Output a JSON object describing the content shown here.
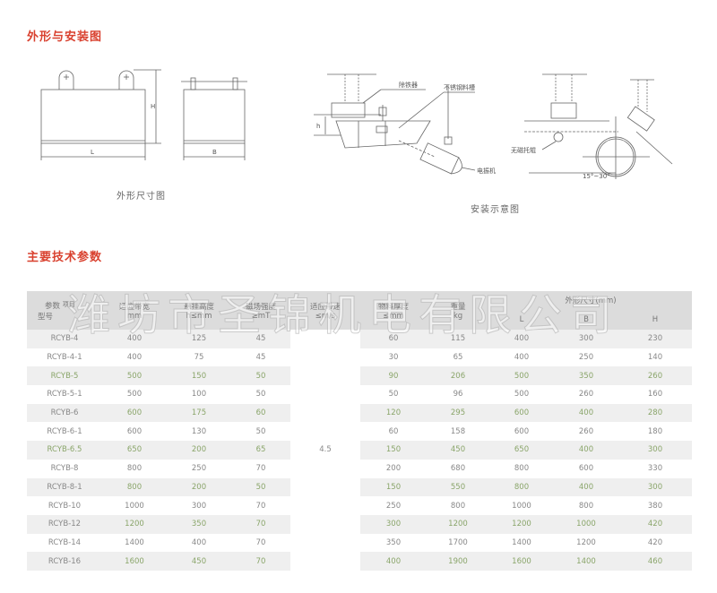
{
  "section_titles": {
    "drawings": "外形与安装图",
    "specs": "主要技术参数"
  },
  "drawings": {
    "outline_caption": "外形尺寸图",
    "install_caption": "安装示意图",
    "outline_labels": {
      "length": "L",
      "height": "H",
      "depth": "B"
    },
    "install_labels": {
      "separator": "除铁器",
      "trough": "不锈钢料槽",
      "vibrator": "电振机",
      "height": "h",
      "roller": "无磁托辊",
      "angle": "15°~30°"
    }
  },
  "watermark": "潍坊市圣锦机电有限公司",
  "table": {
    "headers": {
      "param": "参数",
      "item": "项目",
      "model": "型号",
      "belt_width": "适应带宽",
      "belt_width_unit": "mm",
      "hang_height": "悬挂高度",
      "hang_height_unit": "h≤mm",
      "field": "磁场强度",
      "field_unit": "≥mT",
      "speed": "适应带速",
      "speed_unit": "≤m/s",
      "thickness": "物料厚度",
      "thickness_unit": "≤mm",
      "weight": "重量",
      "weight_unit": "kg",
      "dims": "外形尺寸(mm)",
      "L": "L",
      "B": "B",
      "H": "H"
    },
    "belt_speed": "4.5",
    "rows": [
      [
        "RCYB-4",
        "400",
        "125",
        "45",
        "60",
        "115",
        "400",
        "300",
        "230"
      ],
      [
        "RCYB-4-1",
        "400",
        "75",
        "45",
        "30",
        "65",
        "400",
        "250",
        "140"
      ],
      [
        "RCYB-5",
        "500",
        "150",
        "50",
        "90",
        "206",
        "500",
        "350",
        "260"
      ],
      [
        "RCYB-5-1",
        "500",
        "100",
        "50",
        "50",
        "96",
        "500",
        "260",
        "160"
      ],
      [
        "RCYB-6",
        "600",
        "175",
        "60",
        "120",
        "295",
        "600",
        "400",
        "280"
      ],
      [
        "RCYB-6-1",
        "600",
        "130",
        "50",
        "60",
        "158",
        "600",
        "260",
        "180"
      ],
      [
        "RCYB-6.5",
        "650",
        "200",
        "65",
        "150",
        "450",
        "650",
        "400",
        "300"
      ],
      [
        "RCYB-8",
        "800",
        "250",
        "70",
        "200",
        "680",
        "800",
        "600",
        "330"
      ],
      [
        "RCYB-8-1",
        "800",
        "200",
        "50",
        "150",
        "550",
        "800",
        "400",
        "300"
      ],
      [
        "RCYB-10",
        "1000",
        "300",
        "70",
        "250",
        "800",
        "1000",
        "800",
        "380"
      ],
      [
        "RCYB-12",
        "1200",
        "350",
        "70",
        "300",
        "1200",
        "1200",
        "1000",
        "420"
      ],
      [
        "RCYB-14",
        "1400",
        "400",
        "70",
        "350",
        "1700",
        "1400",
        "1200",
        "420"
      ],
      [
        "RCYB-16",
        "1600",
        "450",
        "70",
        "400",
        "1900",
        "1600",
        "1400",
        "460"
      ]
    ]
  },
  "colors": {
    "title": "#d9412f",
    "header_bg": "#dcdcdc",
    "row_alt": "#efefef"
  }
}
